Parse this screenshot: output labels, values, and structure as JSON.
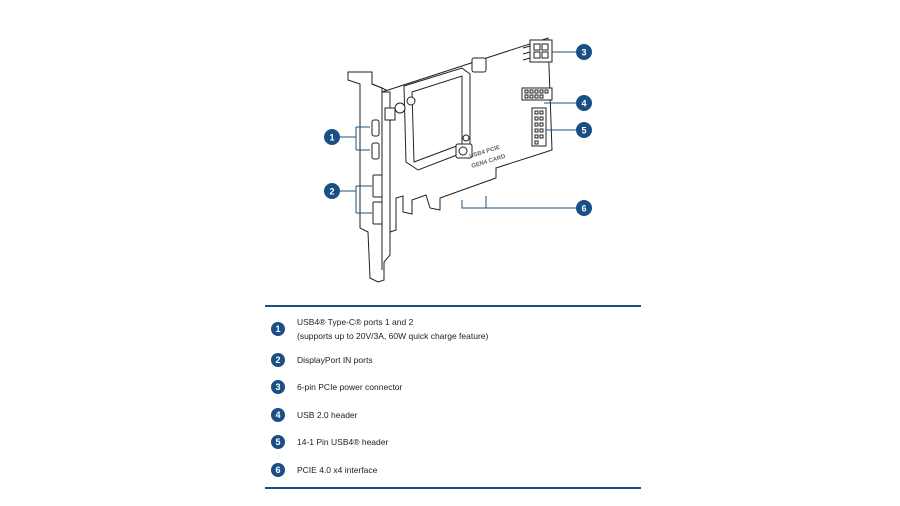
{
  "diagram": {
    "card_label_line1": "USB4 PCIE",
    "card_label_line2": "GEN4 CARD",
    "callouts": [
      "1",
      "2",
      "3",
      "4",
      "5",
      "6"
    ]
  },
  "legend": {
    "items": [
      {
        "num": "1",
        "label": "USB4® Type-C® ports 1 and 2",
        "sublabel": "(supports up to 20V/3A, 60W quick charge feature)"
      },
      {
        "num": "2",
        "label": "DisplayPort IN ports"
      },
      {
        "num": "3",
        "label": "6-pin PCIe power connector"
      },
      {
        "num": "4",
        "label": "USB 2.0 header"
      },
      {
        "num": "5",
        "label": "14-1 Pin USB4® header"
      },
      {
        "num": "6",
        "label": "PCIE 4.0 x4 interface"
      }
    ]
  },
  "colors": {
    "accent": "#1a4f86",
    "rule": "#1f4f7f",
    "line": "#222222"
  }
}
